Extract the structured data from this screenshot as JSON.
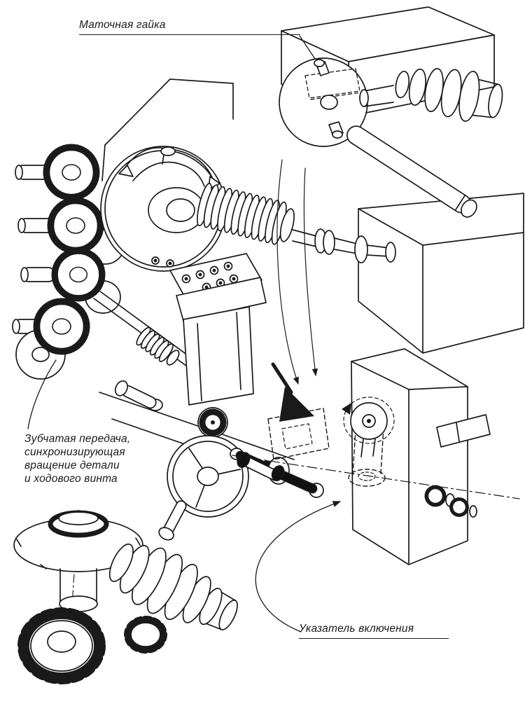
{
  "diagram": {
    "labels": {
      "top": {
        "text": "Маточная гайка"
      },
      "left": {
        "lines": [
          "Зубчатая передача,",
          "синхронизирующая",
          "вращение детали",
          "и ходового винта"
        ]
      },
      "bottom": {
        "text": "Указатель включения"
      }
    },
    "colors": {
      "ink": "#1a1a1a",
      "paper": "#ffffff"
    }
  }
}
